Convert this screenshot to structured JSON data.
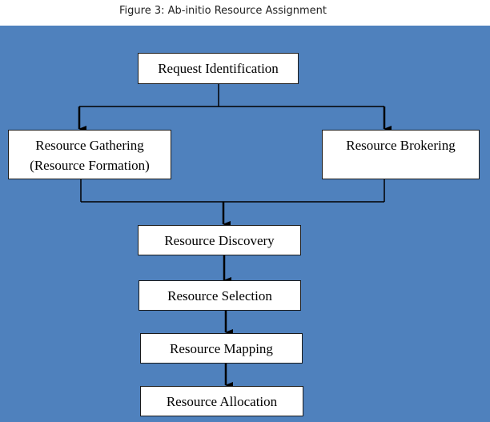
{
  "caption": "Figure 3: Ab-initio Resource Assignment",
  "colors": {
    "background": "#4f81bd",
    "box_fill": "#ffffff",
    "line": "#000000"
  },
  "nodes": {
    "request_identification": "Request Identification",
    "resource_gathering_line1": "Resource Gathering",
    "resource_gathering_line2": "(Resource Formation)",
    "resource_brokering": "Resource Brokering",
    "resource_discovery": "Resource Discovery",
    "resource_selection": "Resource Selection",
    "resource_mapping": "Resource Mapping",
    "resource_allocation": "Resource Allocation"
  }
}
